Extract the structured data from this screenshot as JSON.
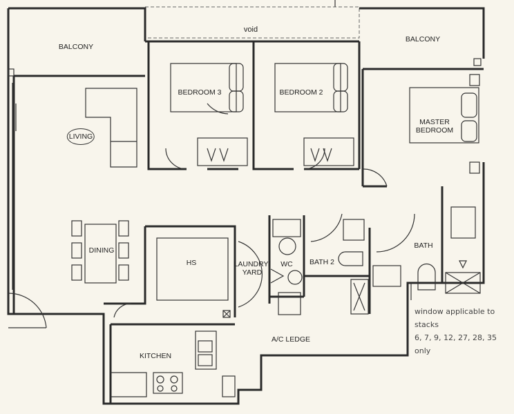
{
  "rooms": {
    "void": "void",
    "balcony_left": "BALCONY",
    "balcony_right": "BALCONY",
    "bedroom3": "BEDROOM 3",
    "bedroom2": "BEDROOM 2",
    "master_bedroom_1": "MASTER",
    "master_bedroom_2": "BEDROOM",
    "living": "LIVING",
    "dining": "DINING",
    "hs": "HS",
    "laundry_1": "LAUNDRY/",
    "laundry_2": "YARD",
    "wc": "WC",
    "bath2": "BATH 2",
    "bath": "BATH",
    "ac_ledge": "A/C LEDGE",
    "kitchen": "KITCHEN"
  },
  "note": {
    "line1": "window applicable to stacks",
    "line2": "6, 7, 9, 12, 27, 28, 35 only"
  }
}
